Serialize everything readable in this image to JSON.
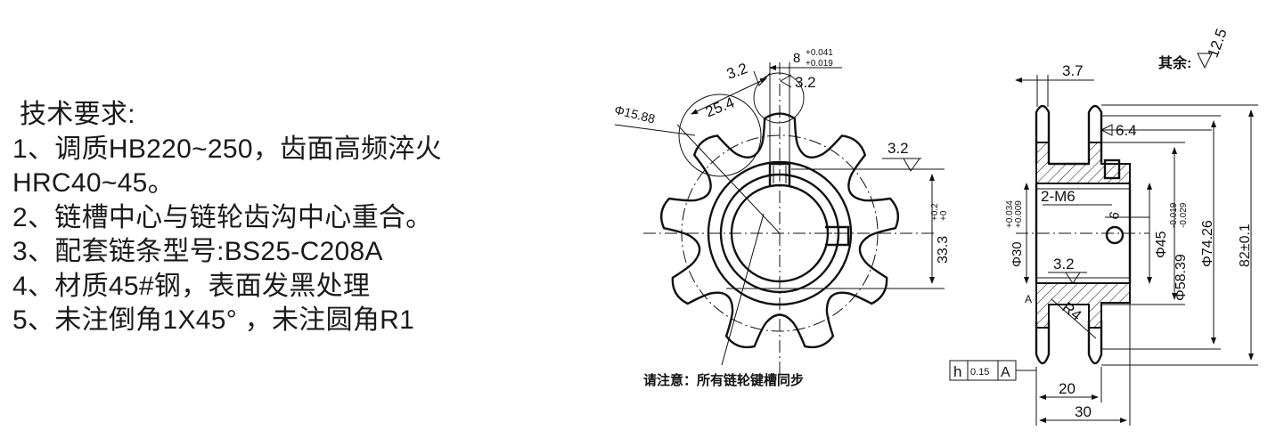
{
  "notes": {
    "title": "技术要求:",
    "items": [
      "1、调质HB220~250，齿面高频淬火",
      "HRC40~45。",
      "2、链槽中心与链轮齿沟中心重合。",
      "3、配套链条型号:BS25-C208A",
      "4、材质45#钢，表面发黑处理",
      "5、未注倒角1X45°  ，未注圆角R1"
    ]
  },
  "front_view": {
    "key_width": "8",
    "key_tol_upper": "+0.041",
    "key_tol_lower": "+0.019",
    "rough_left": "3.2",
    "rough_right": "3.2",
    "pitch": "25.4",
    "roller_dia": "Φ15.88",
    "rough_side": "3.2",
    "keyway_depth": "33.3",
    "keyway_tol": "+0.2",
    "keyway_tol2": "+0",
    "note": "请注意：所有链轮键槽同步"
  },
  "section_view": {
    "other_label": "其余:",
    "other_rough": "12.5",
    "width_top": "3.7",
    "dim_6_4": "6.4",
    "thread": "2-M6",
    "dim_6": "6",
    "bore_dia": "Φ30",
    "bore_tol_upper": "+0.034",
    "bore_tol_lower": "+0.009",
    "hub_dia": "Φ45",
    "d_58": "Φ58.39",
    "d_58_tol_upper": "-0.019",
    "d_58_tol_lower": "-0.029",
    "d_74": "Φ74.26",
    "d_82": "82±0.1",
    "rough_bore": "3.2",
    "radius": "R4",
    "gdt_symbol": "h",
    "gdt_value": "0.15",
    "gdt_datum": "A",
    "width_20": "20",
    "width_30": "30"
  }
}
